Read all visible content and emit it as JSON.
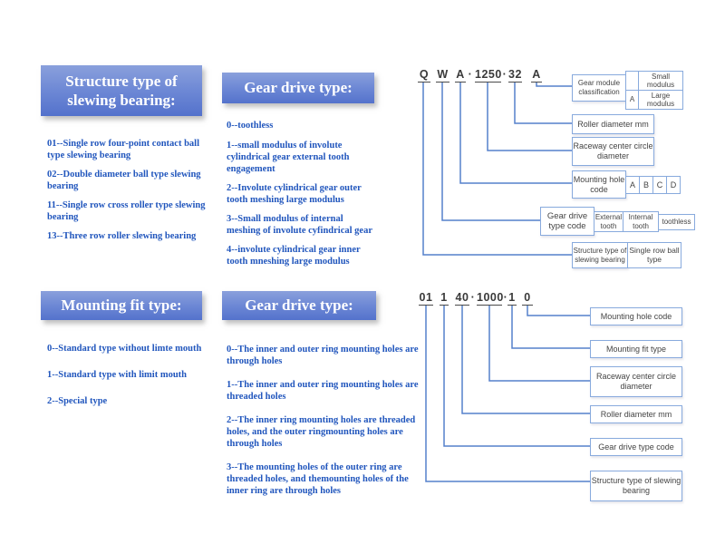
{
  "colors": {
    "header_gradient_top": "#8aa0dc",
    "header_gradient_bottom": "#5472cc",
    "list_text": "#2156bd",
    "wire_line": "#5580cc",
    "box_border": "#88aadd",
    "code_text": "#3a3a3a"
  },
  "panels": {
    "structure_type": {
      "title": "Structure type of slewing bearing:",
      "items": [
        "01--Single row four-point contact ball type slewing bearing",
        "02--Double diameter ball type slewing bearing",
        "11--Single row cross roller type slewing bearing",
        "13--Three row roller slewing bearing"
      ]
    },
    "gear_drive_top": {
      "title": "Gear drive type:",
      "items": [
        "0--toothless",
        "1--small modulus of involute cylindrical gear external tooth engagement",
        "2--Involute cylindrical gear outer tooth meshing large modulus",
        "3--Small modulus of internal meshing of involute cyfindrical gear",
        "4--involute cylindrical gear inner tooth mneshing large modulus"
      ]
    },
    "mounting_fit": {
      "title": "Mounting fit type:",
      "items": [
        "0--Standard type without limte mouth",
        "1--Standard type with limit mouth",
        "2--Special type"
      ]
    },
    "gear_drive_bottom": {
      "title": "Gear drive type:",
      "items": [
        "0--The inner and outer ring mounting holes are through holes",
        "1--The inner and outer ring mounting holes are threaded holes",
        "2--The inner ring mounting holes are threaded holes, and the outer ringmounting holes are through holes",
        "3--The mounting holes of the outer ring are threaded holes, and themounting holes of the inner ring are through holes"
      ]
    }
  },
  "diagram_top": {
    "code": [
      "Q",
      "W",
      "A",
      "·",
      "1250",
      "·",
      "32",
      "A"
    ],
    "gear_module_classification": "Gear module classification",
    "module_table": {
      "row1_code": "",
      "row1_label": "Small modulus",
      "row2_code": "A",
      "row2_label": "Large modulus"
    },
    "roller_diameter": "Roller diameter mm",
    "raceway": "Raceway center circle diameter",
    "mounting_hole_code": "Mounting hole code",
    "mounting_hole_cells": [
      "A",
      "B",
      "C",
      "D"
    ],
    "gear_drive_type_code": "Gear drive type code",
    "gear_drive_cells": [
      "External tooth",
      "Internal tooth",
      "toothless"
    ],
    "structure_type": "Structure type of slewing bearing",
    "structure_cell": "Single row ball type"
  },
  "diagram_bottom": {
    "code": [
      "01",
      "1",
      "40",
      "·",
      "1000",
      "·",
      "1",
      "0"
    ],
    "labels": [
      "Mounting hole code",
      "Mounting fit type",
      "Raceway center circle diameter",
      "Roller diameter mm",
      "Gear drive type code",
      "Structure type of slewing bearing"
    ]
  }
}
